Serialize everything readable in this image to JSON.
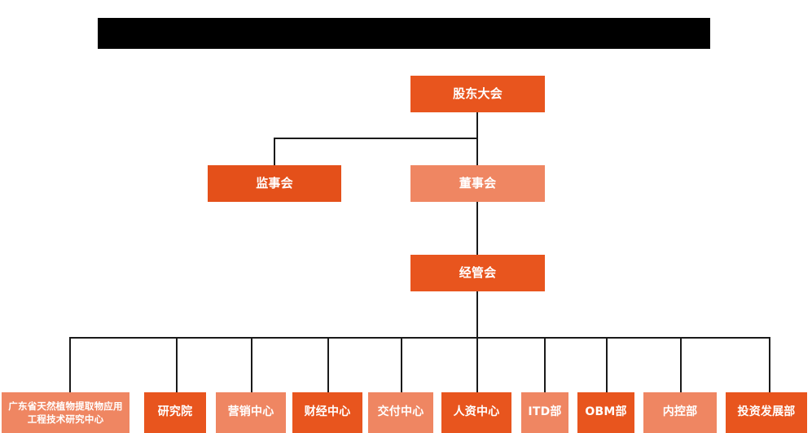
{
  "page": {
    "title_bar": {
      "name": "redacted-title-bar",
      "text": "",
      "color": "#000000"
    },
    "background": "#ffffff"
  },
  "colors": {
    "orange_primary": "#E8551E",
    "orange_dark": "#E4501A",
    "orange_light": "#EF8662",
    "line": "#1a1a1a",
    "text_on_node": "#ffffff"
  },
  "chart": {
    "type": "org-chart",
    "levels": [
      {
        "level": 1,
        "nodes": [
          {
            "id": "shareholders",
            "label": "股东大会",
            "tone": "dark"
          }
        ]
      },
      {
        "level": 2,
        "nodes": [
          {
            "id": "supervisors",
            "label": "监事会",
            "tone": "darker"
          },
          {
            "id": "directors",
            "label": "董事会",
            "tone": "light"
          }
        ]
      },
      {
        "level": 3,
        "nodes": [
          {
            "id": "management",
            "label": "经管会",
            "tone": "dark"
          }
        ]
      },
      {
        "level": 4,
        "nodes": [
          {
            "id": "rnd-center",
            "label": "广东省天然植物提取物应用工程技术研究中心",
            "tone": "light"
          },
          {
            "id": "research-institute",
            "label": "研究院",
            "tone": "dark"
          },
          {
            "id": "marketing-center",
            "label": "营销中心",
            "tone": "light"
          },
          {
            "id": "finance-center",
            "label": "财经中心",
            "tone": "dark"
          },
          {
            "id": "delivery-center",
            "label": "交付中心",
            "tone": "light"
          },
          {
            "id": "hr-center",
            "label": "人资中心",
            "tone": "dark"
          },
          {
            "id": "itd-dept",
            "label": "ITD部",
            "tone": "light"
          },
          {
            "id": "obm-dept",
            "label": "OBM部",
            "tone": "dark"
          },
          {
            "id": "internal-control-dept",
            "label": "内控部",
            "tone": "light"
          },
          {
            "id": "investment-development-dept",
            "label": "投资发展部",
            "tone": "dark"
          }
        ]
      }
    ]
  },
  "nodes": {
    "shareholders": "股东大会",
    "supervisors": "监事会",
    "directors": "董事会",
    "management": "经管会",
    "rnd_center": "广东省天然植物提取物应用工程技术研究中心",
    "research_institute": "研究院",
    "marketing_center": "营销中心",
    "finance_center": "财经中心",
    "delivery_center": "交付中心",
    "hr_center": "人资中心",
    "itd_dept": "ITD部",
    "obm_dept": "OBM部",
    "internal_control_dept": "内控部",
    "investment_development_dept": "投资发展部"
  }
}
